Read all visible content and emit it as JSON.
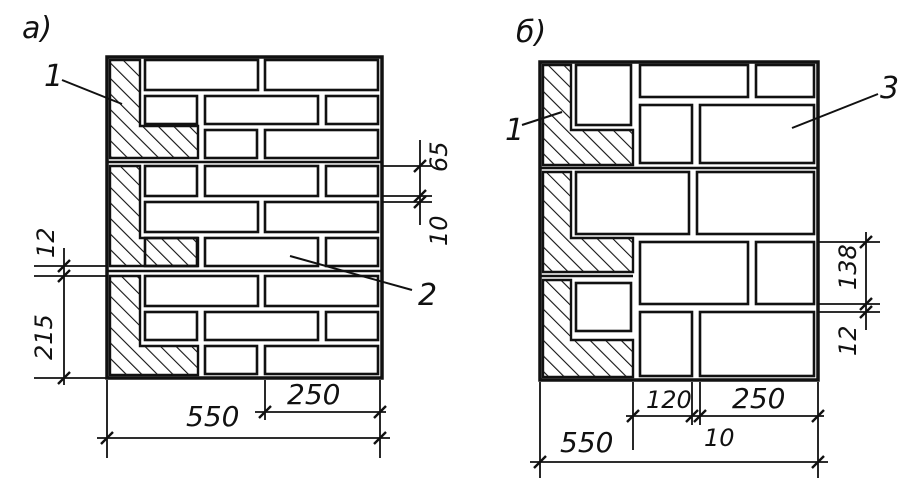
{
  "diagram": {
    "panel_a": {
      "title": "а)",
      "callouts": [
        "1",
        "2"
      ],
      "dimensions": {
        "brick_course_height": "65",
        "joint_thickness": "10",
        "insulation_gap": "12",
        "layer_height": "215",
        "total_width": "550",
        "brick_length": "250"
      }
    },
    "panel_b": {
      "title": "б)",
      "callouts": [
        "1",
        "3"
      ],
      "dimensions": {
        "block_course_height": "138",
        "joint_height": "12",
        "block_width": "120",
        "block_length": "250",
        "joint_width": "10",
        "total_width": "550"
      }
    }
  }
}
